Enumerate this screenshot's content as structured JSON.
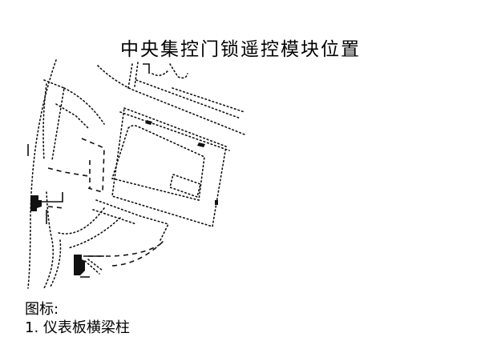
{
  "document": {
    "title": "中央集控门锁遥控模块位置",
    "legend": {
      "heading": "图标:",
      "items": [
        {
          "number": "1.",
          "label": "仪表板横梁柱"
        }
      ]
    }
  },
  "diagram": {
    "subject": "central-locking-remote-control-module",
    "style": "dotted-line technical drawing",
    "line_color": "#111111",
    "background": "#ffffff"
  }
}
